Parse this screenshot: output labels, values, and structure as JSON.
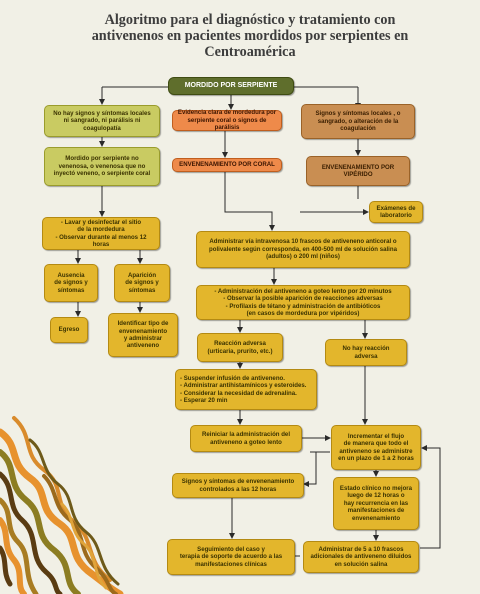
{
  "title": [
    "Algoritmo para el diagnóstico y tratamiento con",
    "antivenenos en pacientes mordidos por serpientes en",
    "Centroamérica"
  ],
  "nodes": {
    "root": [
      "MORDIDO POR SERPIENTE"
    ],
    "no_signs": [
      "No hay signos y síntomas locales",
      "ni sangrado, ni parálisis ni",
      "coagulopatía"
    ],
    "coral_evidence": [
      "Evidencia clara de mordedura por",
      "serpiente coral o signos de parálisis"
    ],
    "local_signs": [
      "Signos y síntomas locales , o",
      "sangrado, o alteración de la",
      "coagulación"
    ],
    "non_venomous": [
      "Mordido por serpiente no",
      "venenosa, o venenosa que no",
      "inyectó veneno, o serpiente coral"
    ],
    "coral_envenom": [
      "ENVENENAMIENTO POR CORAL"
    ],
    "viper_envenom": [
      "ENVENENAMIENTO POR",
      "VIPÉRIDO"
    ],
    "lab_tests": [
      "Exámenes de",
      "laboratorio"
    ],
    "wash": [
      "- Lavar y desinfectar el sitio",
      "de la mordedura",
      "- Observar durante al menos 12 horas"
    ],
    "administer": [
      "Administrar vía intravenosa 10 frascos de antiveneno anticoral o",
      "polivalente  según corresponda, en 400-500 ml de solución salina",
      "(adultos) o 200 ml (niños)"
    ],
    "absence": [
      "Ausencia",
      "de signos y",
      "síntomas"
    ],
    "appearance": [
      "Aparición",
      "de signos y",
      "síntomas"
    ],
    "slow_drip": [
      "- Administración del antiveneno a goteo lento por 20 minutos",
      "- Observar la posible aparición de reacciones adversas",
      "- Profilaxis de tétano y administración de antibióticos",
      "(en casos de mordedura por vipéridos)"
    ],
    "discharge": [
      "Egreso"
    ],
    "identify": [
      "Identificar tipo de",
      "envenenamiento",
      "y administrar",
      "antiveneno"
    ],
    "adverse": [
      "Reacción adversa",
      "(urticaria, prurito, etc.)"
    ],
    "no_adverse": [
      "No hay reacción",
      "adversa"
    ],
    "suspend": [
      "- Suspender infusión de antiveneno.",
      "- Administrar antihistamínicos y esteroides.",
      "- Considerar la necesidad de adrenalina.",
      "- Esperar 20 min"
    ],
    "resume": [
      "Reiniciar la administración del",
      "antiveneno a goteo lento"
    ],
    "increase": [
      "Incrementar el flujo",
      "de manera que todo el",
      "antiveneno se administre",
      "en un plazo de 1 a 2 horas"
    ],
    "controlled": [
      "Signos y síntomas de envenenamiento",
      "controlados a las 12 horas"
    ],
    "no_improve": [
      "Estado clínico no mejora",
      "luego de 12 horas o",
      "hay recurrencia en las",
      "manifestaciones de",
      "envenenamiento"
    ],
    "followup": [
      "Seguimiento del caso y",
      "terapia de soporte de acuerdo a las",
      "manifestaciones clínicas"
    ],
    "extra_doses": [
      "Administrar de 5 a 10 frascos",
      "adicionales de antiveneno diluidos",
      "en solución salina"
    ]
  },
  "colors": {
    "page_background": "#f1f0e6",
    "header_box": "#5f6e2c",
    "green_box": "#c9cb62",
    "yellow_box": "#e3b62c",
    "coral_box": "#ee8a4a",
    "viper_box": "#c98e52",
    "connector": "#2a2a2a",
    "decoration_orange": "#e7922e",
    "decoration_olive": "#8c7d22",
    "decoration_brown": "#5a3c12"
  },
  "icons": {
    "decoration": "wavy-ribbon-decoration"
  }
}
